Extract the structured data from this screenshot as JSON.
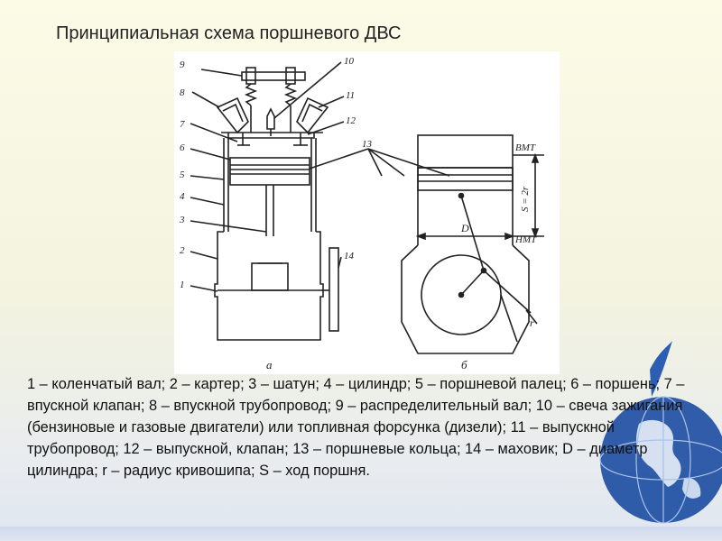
{
  "slide": {
    "title": "Принципиальная схема поршневого ДВС",
    "caption": "1 – коленчатый вал; 2 – картер; 3 – шатун; 4 – цилиндр; 5 – поршневой палец; 6 – поршень; 7 – впускной клапан; 8 – впускной трубопровод; 9 – распределительный вал; 10 – свеча зажигания (бензиновые и газовые двигатели) или топливная форсунка (дизели); 11 – выпускной трубопровод; 12 – выпускной, клапан; 13 – поршневые кольца; 14 – маховик; D – диаметр цилиндра; r – радиус кривошипа; S – ход поршня."
  },
  "diagram": {
    "callouts_left": [
      "9",
      "8",
      "7",
      "6",
      "5",
      "4",
      "3",
      "2",
      "1"
    ],
    "callouts_right": [
      "10",
      "11",
      "12",
      "13",
      "14"
    ],
    "label_a": "а",
    "label_b": "б",
    "tdc": "ВМТ",
    "bdc": "НМТ",
    "stroke": "S = 2r",
    "diameter": "D",
    "radius": "r"
  },
  "colors": {
    "background": "#fbfbe6",
    "line": "#222222",
    "globe_ocean": "#1f4fa3",
    "globe_land": "#e8eef8"
  }
}
